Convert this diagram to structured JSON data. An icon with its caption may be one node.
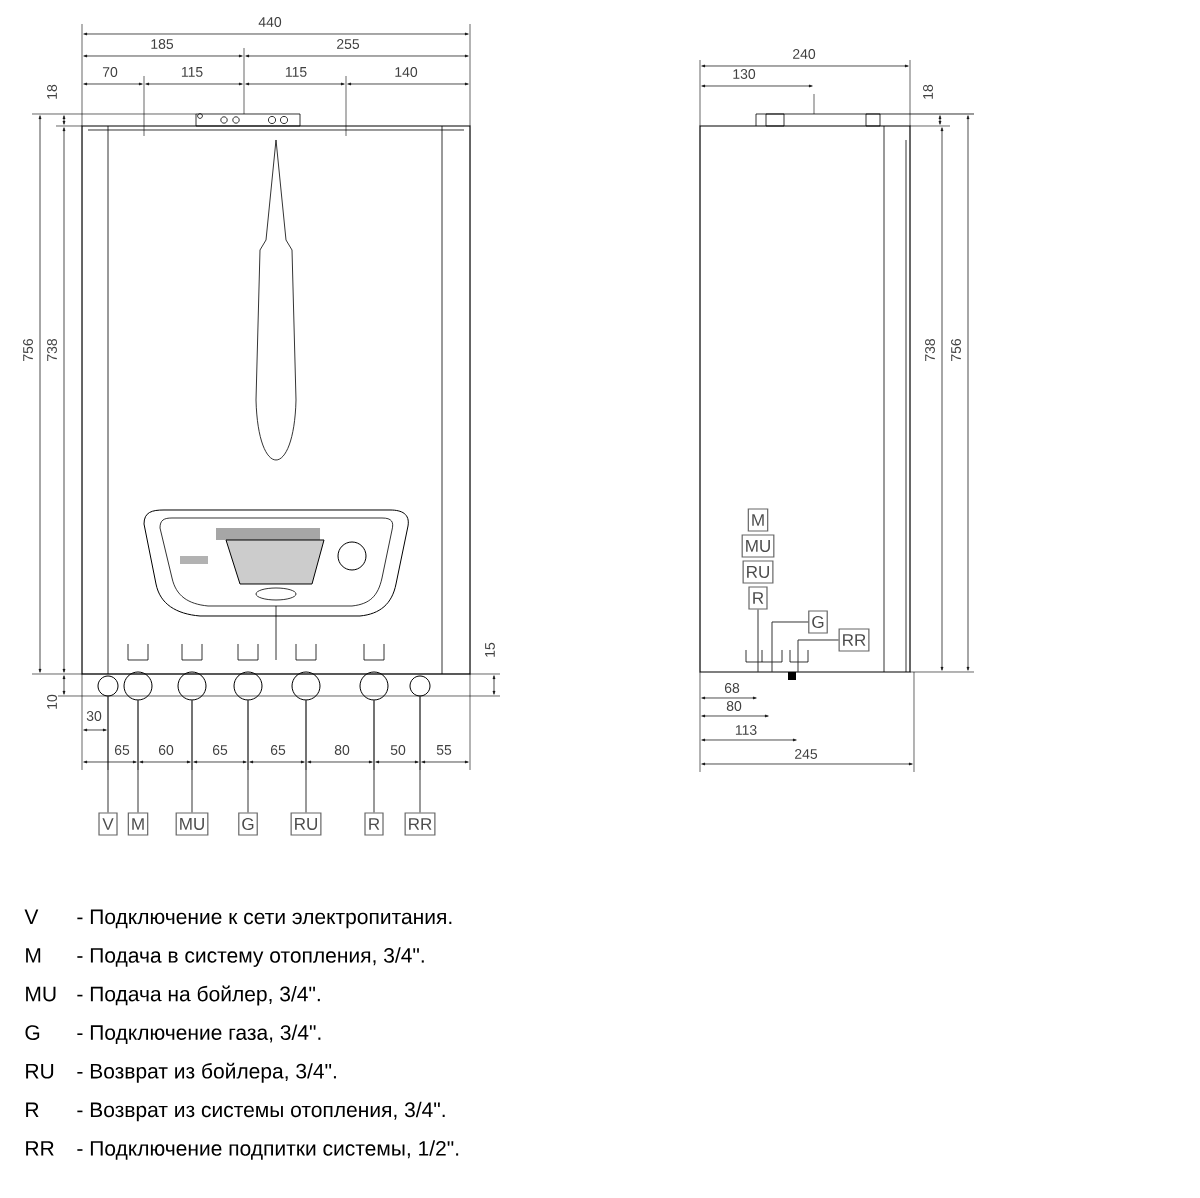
{
  "diagram": {
    "nodes": [
      {
        "text": [
          "V"
        ]
      },
      {
        "text": [
          "M"
        ]
      },
      {
        "text": [
          "MU"
        ]
      },
      {
        "text": [
          "G"
        ]
      },
      {
        "text": [
          "RU"
        ]
      },
      {
        "text": [
          "R"
        ]
      },
      {
        "text": [
          "RR"
        ]
      },
      {
        "text": [],
        "shape": "circle"
      },
      {
        "text": [],
        "shape": "circle"
      },
      {
        "text": [],
        "shape": "circle"
      },
      {
        "text": [],
        "shape": "circle"
      },
      {
        "text": [],
        "shape": "circle"
      },
      {
        "text": [],
        "shape": "circle"
      },
      {
        "text": [],
        "shape": "circle"
      },
      {
        "text": [
          "M"
        ]
      },
      {
        "text": [
          "MU"
        ]
      },
      {
        "text": [
          "RU"
        ]
      },
      {
        "text": [
          "R"
        ]
      },
      {
        "text": [
          "G"
        ]
      },
      {
        "text": [
          "RR"
        ]
      }
    ],
    "edges": [
      {
        "from": 0,
        "to": 7,
        "arrow": "none"
      },
      {
        "from": 1,
        "to": 8,
        "arrow": "none"
      },
      {
        "from": 2,
        "to": 9,
        "arrow": "none"
      },
      {
        "from": 3,
        "to": 10,
        "arrow": "none"
      },
      {
        "from": 4,
        "to": 11,
        "arrow": "none"
      },
      {
        "from": 5,
        "to": 12,
        "arrow": "none"
      },
      {
        "from": 6,
        "to": 13,
        "arrow": "none"
      },
      {
        "from": 17,
        "to": null,
        "arrow": "none"
      },
      {
        "from": 18,
        "to": null,
        "arrow": "none"
      },
      {
        "from": 19,
        "to": null,
        "arrow": "none"
      }
    ],
    "labels": [
      "440",
      "185",
      "255",
      "70",
      "115",
      "115",
      "140",
      "18",
      "756",
      "738",
      "10",
      "30",
      "15",
      "65",
      "60",
      "65",
      "65",
      "80",
      "50",
      "55",
      "240",
      "130",
      "18",
      "738",
      "756",
      "68",
      "80",
      "113",
      "245",
      "V",
      "- Подключение к сети электропитания.",
      "M",
      "- Подача в систему отопления, 3/4\".",
      "MU",
      "- Подача на бойлер, 3/4\".",
      "G",
      "- Подключение газа, 3/4\".",
      "RU",
      "- Возврат из бойлера, 3/4\".",
      "R",
      "- Возврат из системы отопления, 3/4\".",
      "RR",
      "- Подключение подпитки системы, 1/2\"."
    ]
  }
}
